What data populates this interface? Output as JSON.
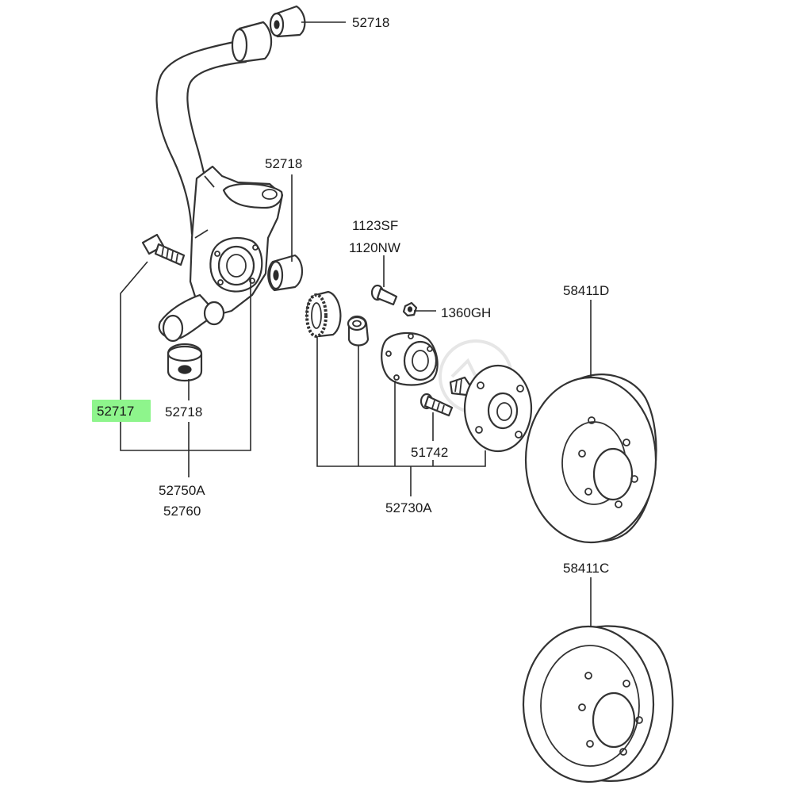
{
  "highlight_color": "#8ef58c",
  "labels": {
    "upper_bushing": "52718",
    "knuckle_bushing": "52718",
    "lower_bushing": "52718",
    "stud_bolt": "52717",
    "knuckle_assy_1": "52750A",
    "knuckle_assy_2": "52760",
    "hub_bolt_1": "1123SF",
    "hub_bolt_2": "1120NW",
    "nut": "1360GH",
    "wheel_stud": "51742",
    "hub_assy": "52730A",
    "brake_disc": "58411D",
    "brake_drum": "58411C"
  }
}
